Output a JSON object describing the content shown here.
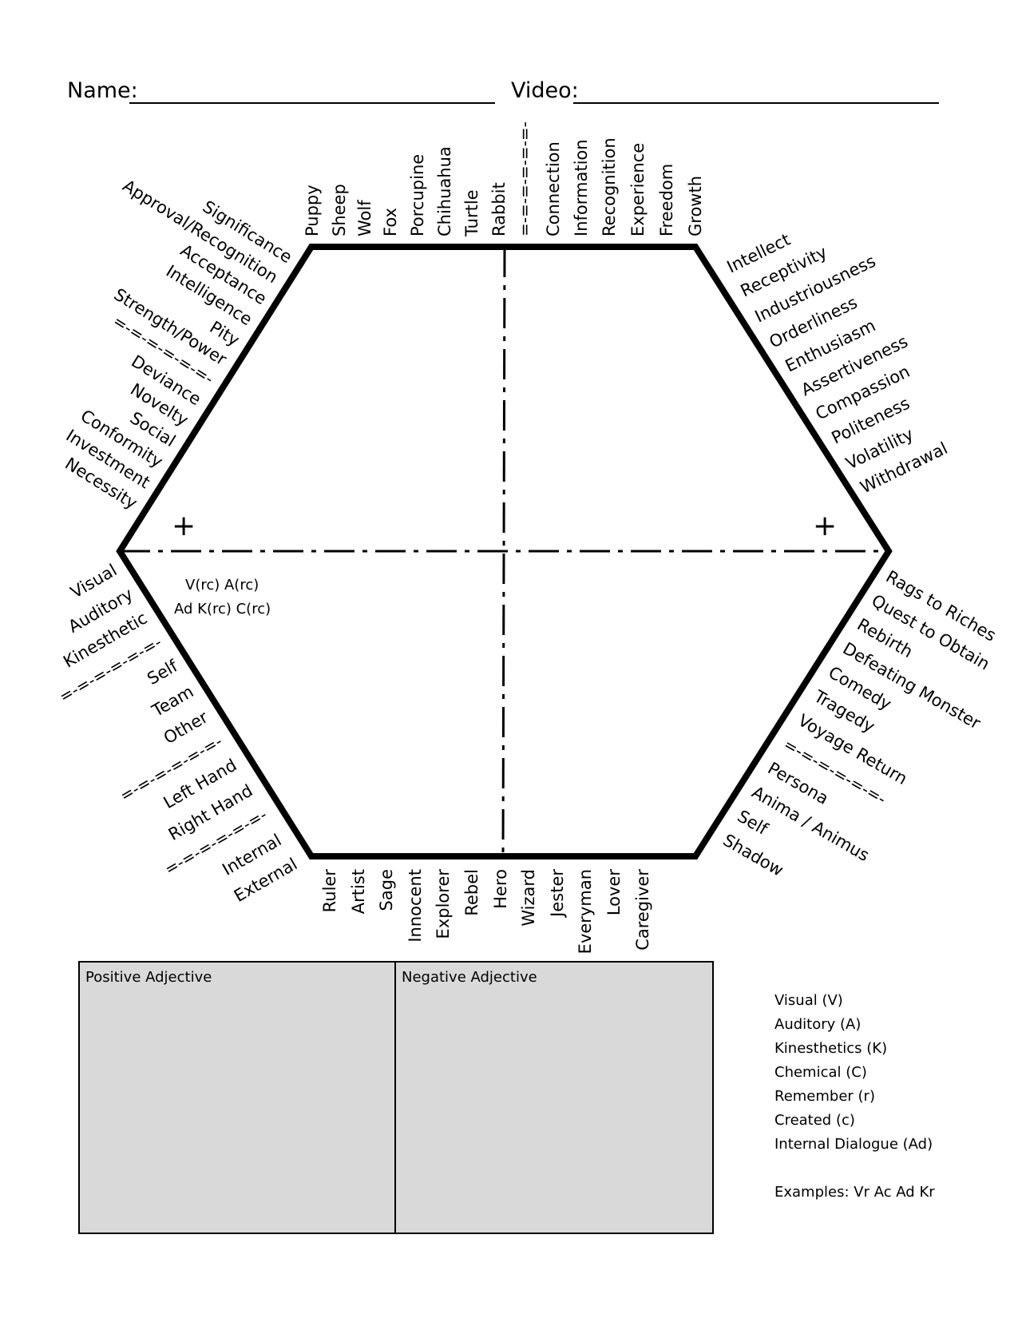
{
  "header": {
    "name_label": "Name:",
    "video_label": "Video:"
  },
  "top_left_terms": [
    "Significance",
    "Approval/Recognition",
    "Acceptance",
    "Intelligence",
    "Pity",
    "Strength/Power",
    "Deviance",
    "Novelty",
    "Social",
    "Conformity",
    "Investment",
    "Necessity"
  ],
  "top_terms": [
    "Puppy",
    "Sheep",
    "Wolf",
    "Fox",
    "Porcupine",
    "Chihuahua",
    "Turtle",
    "Rabbit",
    "Connection",
    "Information",
    "Recognition",
    "Experience",
    "Freedom",
    "Growth"
  ],
  "top_right_terms": [
    "Intellect",
    "Receptivity",
    "Industriousness",
    "Orderliness",
    "Enthusiasm",
    "Assertiveness",
    "Compassion",
    "Politeness",
    "Volatility",
    "Withdrawal"
  ],
  "bottom_left_terms": [
    "Visual",
    "Auditory",
    "Kinesthetic",
    "Self",
    "Team",
    "Other",
    "Left Hand",
    "Right Hand",
    "Internal",
    "External"
  ],
  "bottom_terms": [
    "Ruler",
    "Artist",
    "Sage",
    "Innocent",
    "Explorer",
    "Rebel",
    "Hero",
    "Wizard",
    "Jester",
    "Everyman",
    "Lover",
    "Caregiver"
  ],
  "bottom_right_terms": [
    "Rags to Riches",
    "Quest to Obtain",
    "Rebirth",
    "Defeating Monster",
    "Comedy",
    "Tragedy",
    "Voyage Return",
    "Persona",
    "Anima / Animus",
    "Self",
    "Shadow"
  ],
  "separator": "=-=-=-=-=-=-",
  "plus_sign": "+",
  "codes": {
    "line1": "V(rc) A(rc)",
    "line2": "Ad K(rc) C(rc)"
  },
  "boxes": {
    "positive": "Positive Adjective",
    "negative": "Negative Adjective"
  },
  "legend": {
    "items": [
      "Visual (V)",
      "Auditory (A)",
      "Kinesthetics (K)",
      "Chemical (C)",
      "Remember (r)",
      "Created (c)",
      "Internal Dialogue (Ad)"
    ],
    "examples": "Examples: Vr Ac Ad Kr"
  }
}
